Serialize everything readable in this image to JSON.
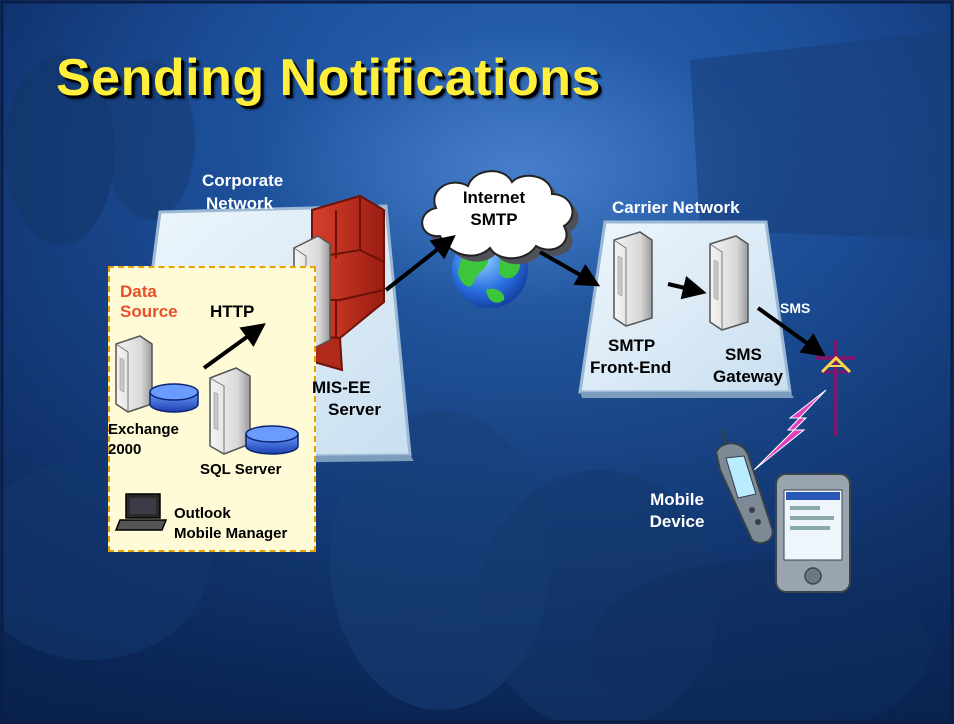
{
  "slide": {
    "title": "Sending Notifications"
  },
  "corporate_network": {
    "label_line1": "Corporate",
    "label_line2": "Network",
    "server_label_line1": "MIS-EE",
    "server_label_line2": "Server"
  },
  "data_source": {
    "label_line1": "Data",
    "label_line2": "Source",
    "http_label": "HTTP",
    "exchange_line1": "Exchange",
    "exchange_line2": "2000",
    "sql_label": "SQL Server",
    "outlook_line1": "Outlook",
    "outlook_line2": "Mobile Manager"
  },
  "internet": {
    "label_line1": "Internet",
    "label_line2": "SMTP"
  },
  "carrier_network": {
    "label": "Carrier Network",
    "smtp_line1": "SMTP",
    "smtp_line2": "Front-End",
    "sms_gw_line1": "SMS",
    "sms_gw_line2": "Gateway",
    "sms_label": "SMS"
  },
  "mobile": {
    "label_line1": "Mobile",
    "label_line2": "Device"
  },
  "colors": {
    "title": "#ffef3a",
    "data_source_label": "#e8502a",
    "firewall": "#c62a1e",
    "network_panel": "#dcecf7",
    "antenna": "#7a1a6e",
    "lightning": "#e040c0"
  }
}
